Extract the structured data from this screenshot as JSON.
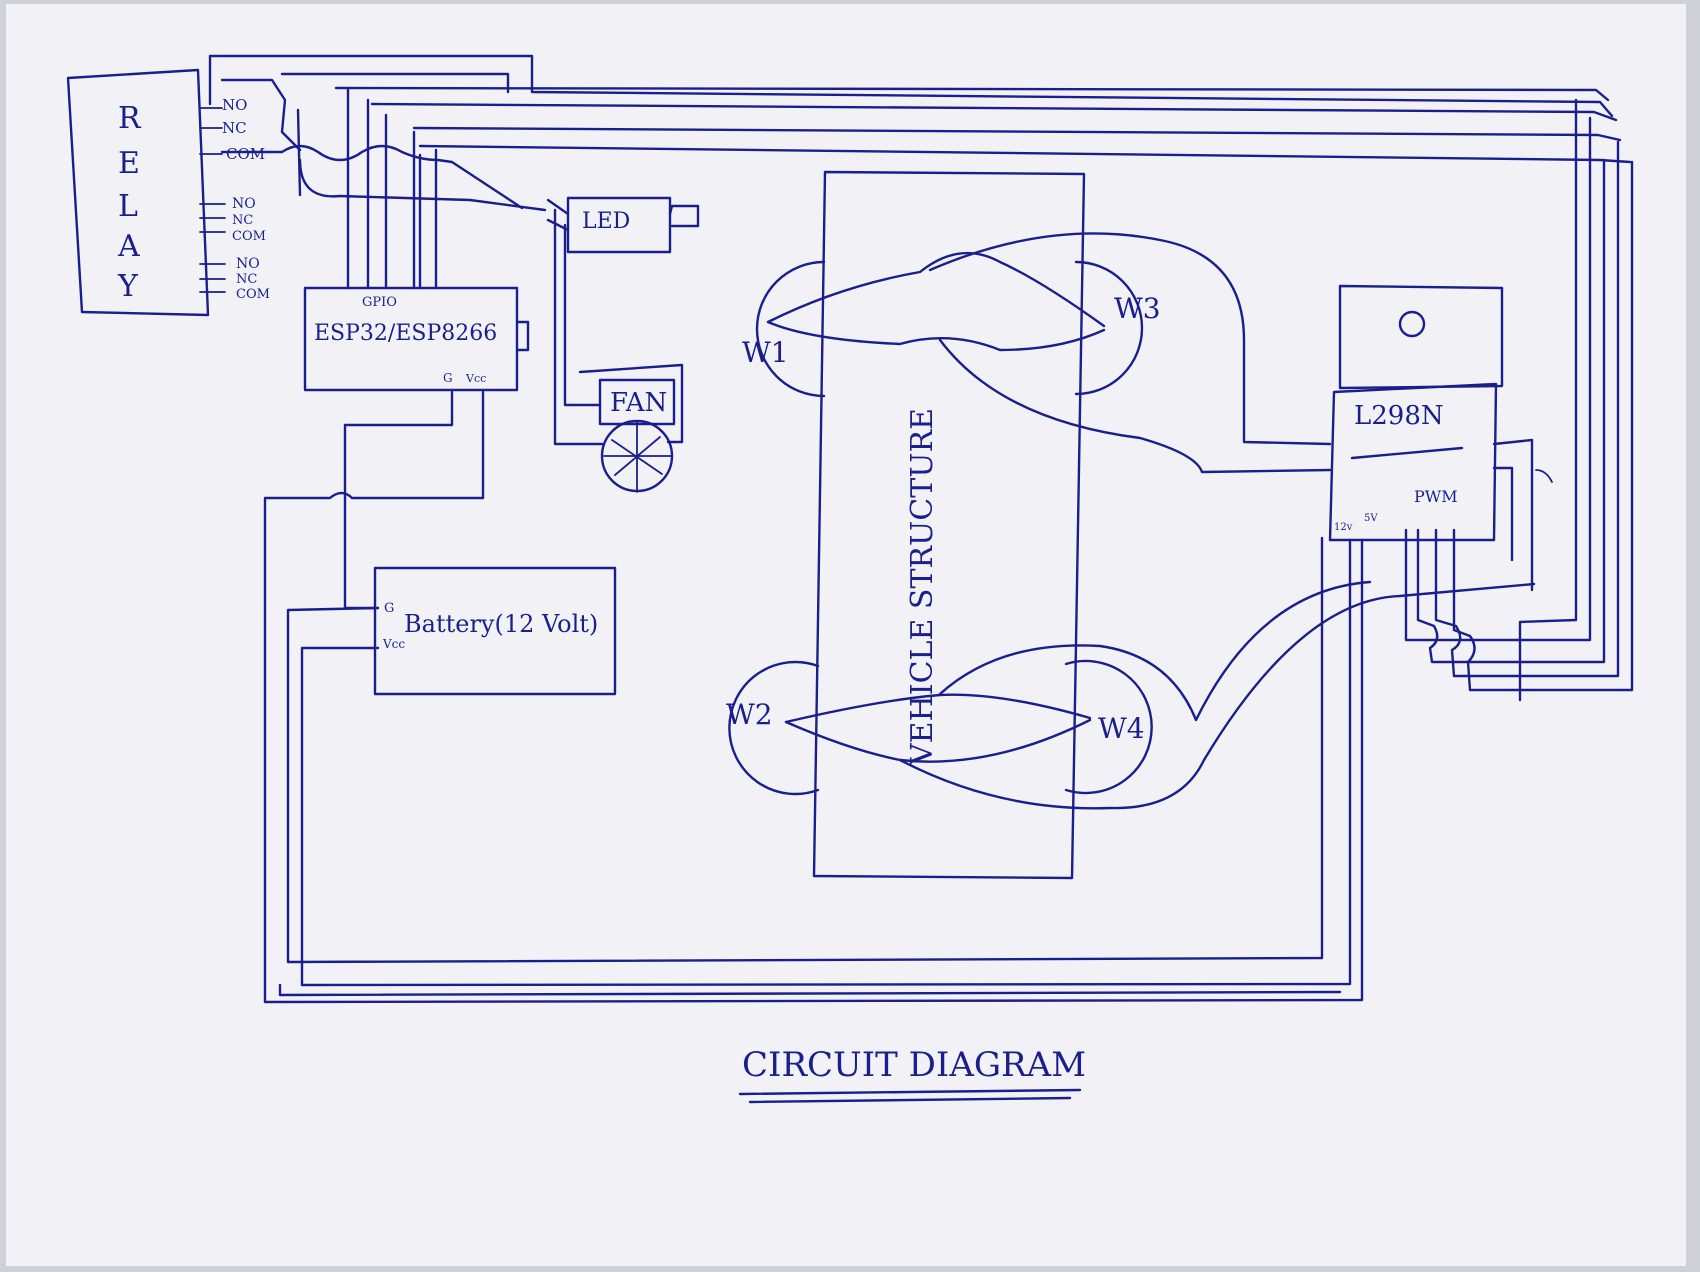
{
  "relay": {
    "title_letters": [
      "R",
      "E",
      "L",
      "A",
      "Y"
    ],
    "pins_group1": [
      "NO",
      "NC",
      "COM"
    ],
    "pins_group2": [
      "NO",
      "NC",
      "COM"
    ],
    "pins_group3": [
      "NO",
      "NC",
      "COM"
    ]
  },
  "mcu": {
    "label": "ESP32/ESP8266",
    "gpio_label": "GPIO",
    "gnd_label": "G",
    "vcc_label": "Vcc"
  },
  "led": {
    "label": "LED"
  },
  "fan": {
    "label": "FAN"
  },
  "battery": {
    "label": "Battery(12 Volt)",
    "gnd_label": "G",
    "vcc_label": "Vcc"
  },
  "vehicle": {
    "label": "VEHICLE STRUCTURE",
    "wheels": [
      "W1",
      "W2",
      "W3",
      "W4"
    ]
  },
  "driver": {
    "label": "L298N",
    "pin_12v": "12v",
    "pin_5v": "5V",
    "pin_pwm": "PWM"
  },
  "footer": {
    "title": "CIRCUIT DIAGRAM"
  },
  "colors": {
    "paper": "#f2f2f6",
    "ink": "#1a1f8c"
  }
}
